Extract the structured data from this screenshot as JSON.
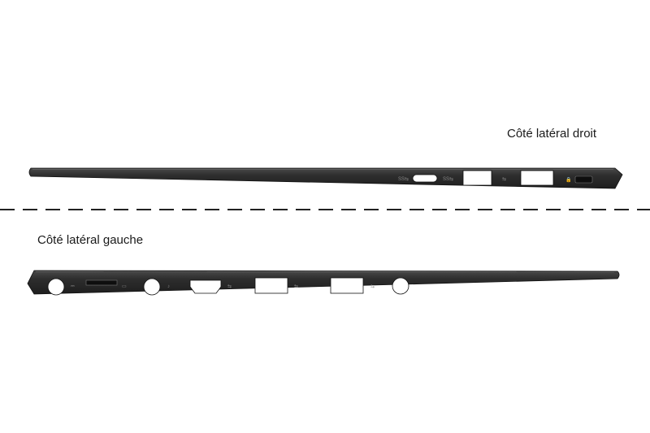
{
  "labels": {
    "right_side": "Côté latéral droit",
    "left_side": "Côté latéral gauche"
  },
  "colors": {
    "body_dark": "#2b2b2b",
    "body_mid": "#3a3a3a",
    "body_light": "#555555",
    "divider": "#222222"
  },
  "ports": {
    "right_side": [
      "usb-c-port",
      "usb-a-port",
      "usb-a-port",
      "lock-slot"
    ],
    "left_side": [
      "dc-in-port",
      "sd-card-slot",
      "audio-jack",
      "hdmi-port",
      "usb-a-port",
      "usb-a-port",
      "round-port"
    ]
  }
}
